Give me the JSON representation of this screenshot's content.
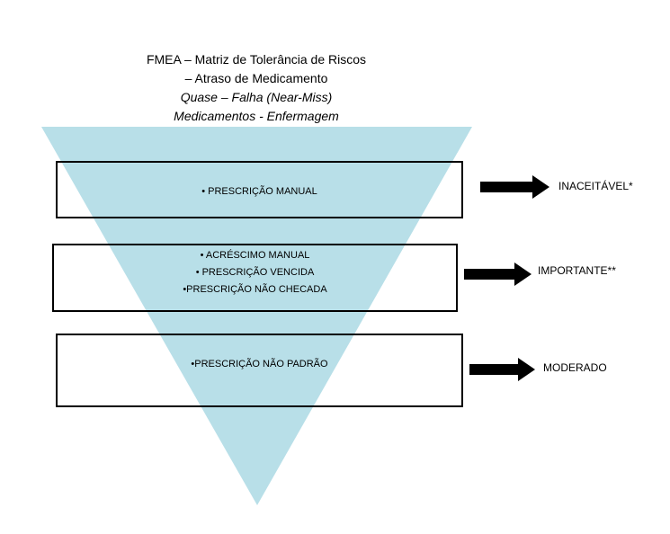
{
  "title": {
    "line1": "FMEA – Matriz de Tolerância de Riscos",
    "line2": "– Atraso de Medicamento",
    "line3": "Quase – Falha (Near-Miss)",
    "line4": "Medicamentos - Enfermagem"
  },
  "colors": {
    "triangle_fill": "#b8dfe8",
    "box_border": "#000000",
    "arrow": "#000000"
  },
  "levels": [
    {
      "items": [
        "• PRESCRIÇÃO MANUAL"
      ],
      "label": "INACEITÁVEL*"
    },
    {
      "items": [
        "• ACRÉSCIMO MANUAL",
        "• PRESCRIÇÃO VENCIDA",
        "•PRESCRIÇÃO NÃO CHECADA"
      ],
      "label": "IMPORTANTE**"
    },
    {
      "items": [
        "•PRESCRIÇÃO NÃO PADRÃO"
      ],
      "label": "MODERADO"
    }
  ]
}
